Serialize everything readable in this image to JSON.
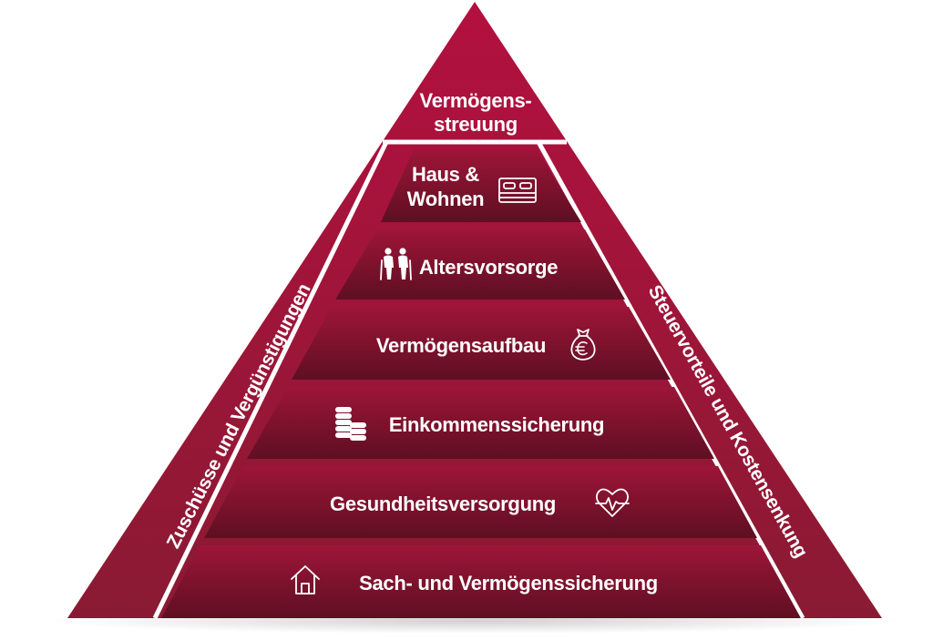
{
  "pyramid": {
    "apex": {
      "line1": "Vermögens-",
      "line2": "streuung"
    },
    "tiers": [
      {
        "line1": "Haus &",
        "line2": "Wohnen",
        "icon": "bed-icon"
      },
      {
        "label": "Altersvorsorge",
        "icon": "elderly-couple-icon"
      },
      {
        "label": "Vermögensaufbau",
        "icon": "money-bag-euro-icon"
      },
      {
        "label": "Einkommenssicherung",
        "icon": "coin-stack-icon"
      },
      {
        "label": "Gesundheitsversorgung",
        "icon": "heart-pulse-icon"
      },
      {
        "label": "Sach- und Vermögenssicherung",
        "icon": "house-icon"
      }
    ],
    "left_side": "Zuschüsse und Vergünstigungen",
    "right_side": "Steuervorteile und Kostensenkung"
  },
  "colors": {
    "outer_top": "#b3103f",
    "outer_bottom": "#8a1a33",
    "tier_top": "#9e1538",
    "tier_bottom": "#5e0f22",
    "separator": "#ffffff"
  }
}
